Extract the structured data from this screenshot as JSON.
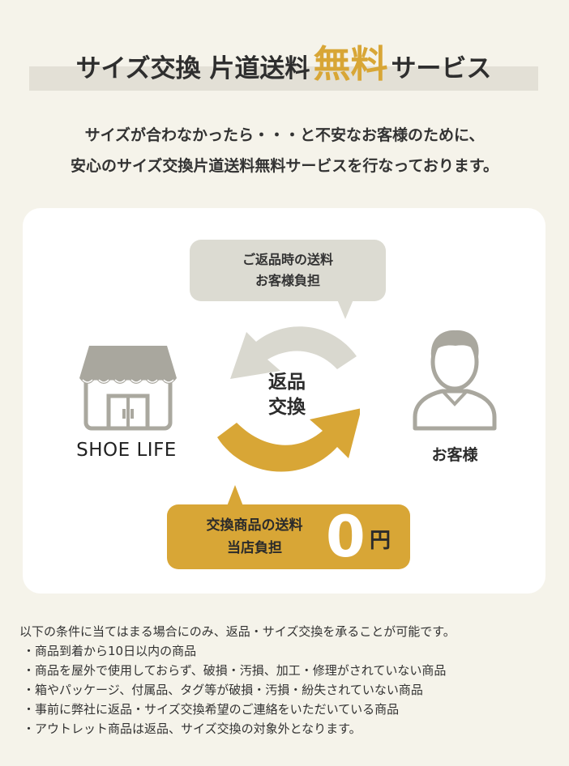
{
  "header": {
    "title_before": "サイズ交換 片道送料",
    "title_accent": "無料",
    "title_after": "サービス"
  },
  "lead": {
    "line1": "サイズが合わなかったら・・・と不安なお客様のために、",
    "line2": "安心のサイズ交換片道送料無料サービスを行なっております。"
  },
  "diagram": {
    "return_bubble": {
      "line1": "ご返品時の送料",
      "line2": "お客様負担"
    },
    "center": {
      "line1": "返品",
      "line2": "交換"
    },
    "store_label": "SHOE LIFE",
    "customer_label": "お客様",
    "exchange_bubble": {
      "line1": "交換商品の送料",
      "line2": "当店負担",
      "amount": "0",
      "unit": "円"
    }
  },
  "notes": {
    "intro": "以下の条件に当てはまる場合にのみ、返品・サイズ交換を承ることが可能です。",
    "items": [
      "商品到着から10日以内の商品",
      "商品を屋外で使用しておらず、破損・汚損、加工・修理がされていない商品",
      "箱やパッケージ、付属品、タグ等が破損・汚損・紛失されていない商品",
      "事前に弊社に返品・サイズ交換希望のご連絡をいただいている商品",
      "アウトレット商品は返品、サイズ交換の対象外となります。"
    ]
  },
  "colors": {
    "background": "#f5f3ea",
    "accent_gold": "#d8a636",
    "gray": "#bdbbb3",
    "panel": "#ffffff"
  },
  "icons": {
    "store": "store-icon",
    "person": "person-icon",
    "cycle": "exchange-cycle-icon"
  }
}
